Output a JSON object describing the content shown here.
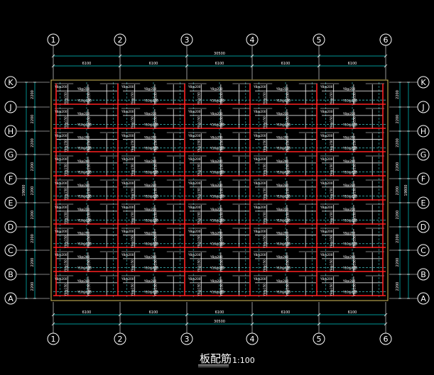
{
  "drawing": {
    "title": "板配筋",
    "scale": "1:100",
    "colors": {
      "background": "#000000",
      "beam": "#ff2020",
      "slab_bar": "#ffffff",
      "dim_line": "#00c8c8",
      "frame": "#d9c05a",
      "dashed": "#40c0c0"
    }
  },
  "axes": {
    "columns": [
      "1",
      "2",
      "3",
      "4",
      "5",
      "6"
    ],
    "rows": [
      "K",
      "J",
      "H",
      "G",
      "F",
      "E",
      "D",
      "C",
      "B",
      "A"
    ]
  },
  "dimensions": {
    "top_total": "30500",
    "bottom_total": "30500",
    "top_spans": [
      "6100",
      "6100",
      "6100",
      "6100",
      "6100"
    ],
    "bottom_spans": [
      "6100",
      "6100",
      "6100",
      "6100",
      "6100"
    ],
    "left_total": "19800",
    "right_total": "19800",
    "left_spans": [
      "2200",
      "2200",
      "2200",
      "2200",
      "2200",
      "2200",
      "2200",
      "2200",
      "2200"
    ],
    "right_spans": [
      "2200",
      "2200",
      "2200",
      "2200",
      "2200",
      "2200",
      "2200",
      "2200",
      "2200"
    ]
  },
  "rebar_labels": {
    "long": "Y8@200",
    "short": "Y8@150",
    "cross": "Y10@200"
  }
}
